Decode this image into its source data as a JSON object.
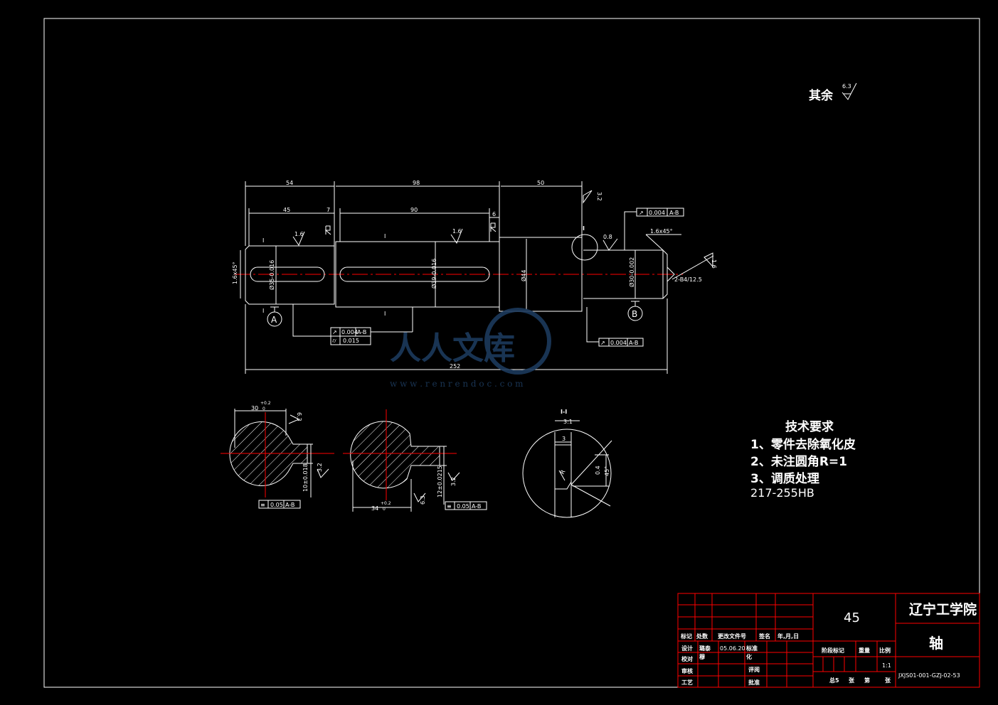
{
  "surface_note": {
    "label": "其余",
    "roughness": "6.3"
  },
  "dimensions": {
    "d54": "54",
    "d98": "98",
    "d50": "50",
    "d45": "45",
    "d7": "7",
    "d90": "90",
    "d6": "6",
    "d252": "252",
    "chamfer_left": "1.6x45°",
    "chamfer_right": "1.6x45°",
    "dia35": "Ø35-0.016",
    "dia39": "Ø39-0.016",
    "dia44": "Ø44",
    "dia30": "Ø30-0.002",
    "center_holes": "2-B4/12.5",
    "zero": "0"
  },
  "roughness": {
    "r16": "1.6",
    "r32": "3.2",
    "r08": "0.8",
    "r63": "6.3"
  },
  "datums": {
    "a": "A",
    "b": "B"
  },
  "tolerances": {
    "runout_top": "0.004",
    "runout_top_ref": "A-B",
    "runout_mid": "0.004",
    "runout_mid_ref": "A-B",
    "cyl_value": "0.015",
    "runout_right": "0.004",
    "runout_right_ref": "A-B"
  },
  "sections": {
    "s1_width": "30",
    "s1_tol": "+0.2",
    "s1_tol0": "0",
    "s1_key": "10±0.018",
    "s1_sym": "0.05",
    "s1_sym_ref": "A-B",
    "s2_width": "34",
    "s2_tol": "+0.2",
    "s2_tol0": "0",
    "s2_key": "12±0.0215",
    "s2_sym": "0.05",
    "s2_sym_ref": "A-B",
    "detail_title": "I-I",
    "detail_scale": "3:1",
    "detail_3": "3",
    "detail_r": "R",
    "detail_04": "0.4",
    "detail_45": "45°",
    "label_I": "I"
  },
  "tech_req": {
    "title": "技术要求",
    "item1": "1、零件去除氧化皮",
    "item2": "2、未注圆角R=1",
    "item3": "3、调质处理",
    "item4": "217-255HB"
  },
  "title_block": {
    "material": "45",
    "school": "辽宁工学院",
    "part_name": "轴",
    "drawing_no": "JXJS01-001-GZJ-02-53",
    "h_mark": "标记",
    "h_count": "处数",
    "h_doc": "更改文件号",
    "h_sign": "签名",
    "h_date": "年,月,日",
    "r_design": "设计",
    "r_designer": "璐泰",
    "r_date": "05.06.20",
    "r_std": "标准",
    "r_std2": "化",
    "r_check": "校对",
    "r_checker": "穆",
    "r_review": "审核",
    "r_eval": "评阅",
    "r_craft": "工艺",
    "r_approve": "批准",
    "stage": "阶段标记",
    "weight": "重量",
    "scale": "比例",
    "scale_val": "1:1",
    "total": "总5",
    "sheets": "张",
    "sheet_no": "第",
    "sheet_word": "张"
  },
  "watermark": {
    "text": "人人文库",
    "url": "w w w . r e n r e n d o c . c o m"
  },
  "colors": {
    "line": "#ffffff",
    "center": "#ff0000",
    "frame": "#ff0000",
    "watermark": "#1c3a5c"
  }
}
